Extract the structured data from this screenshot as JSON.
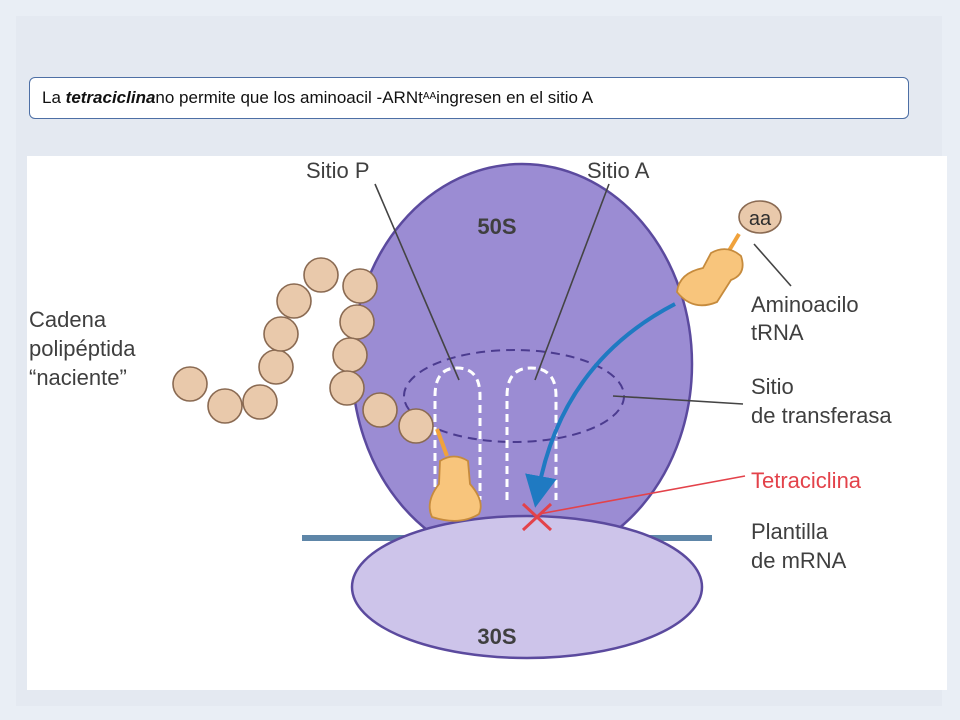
{
  "title": {
    "prefix": "La ",
    "drug": "tetraciclina",
    "middle": " no permite que los aminoacil -ARNt",
    "superscript": "AA",
    "suffix": " ingresen en el sitio A"
  },
  "diagram": {
    "labels": {
      "site_p": "Sitio P",
      "site_a": "Sitio A",
      "large_subunit": "50S",
      "small_subunit": "30S",
      "amino_acid": "aa",
      "chain_line1": "Cadena",
      "chain_line2": "polipéptida",
      "chain_line3": "“naciente”",
      "aminoacyl_line1": "Aminoacilo",
      "aminoacyl_line2": "tRNA",
      "transferase_line1": "Sitio",
      "transferase_line2": "de transferasa",
      "tetracycline": "Tetraciclina",
      "mrna_line1": "Plantilla",
      "mrna_line2": "de mRNA"
    },
    "colors": {
      "large_subunit": "#9b8cd3",
      "small_subunit": "#cdc4ea",
      "subunit_outline": "#5b4a9e",
      "mrna_strand": "#5e86a8",
      "trna": "#f8c57c",
      "bead": "#e9c9ab",
      "arrow": "#1f7ac2",
      "block_mark": "#e3424a"
    }
  }
}
